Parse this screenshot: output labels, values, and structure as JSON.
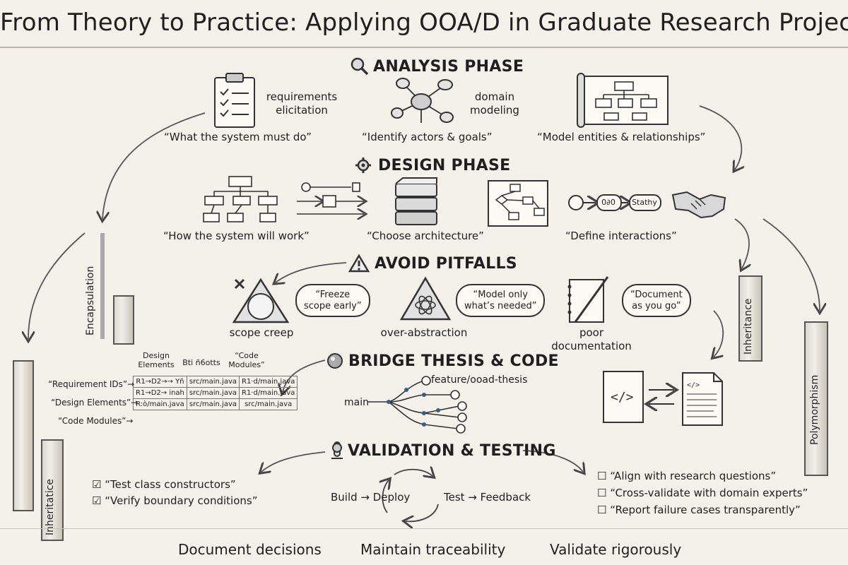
{
  "title": "From Theory to Practice: Applying OOA/D in Graduate Research Projects",
  "analysis": {
    "heading": "ANALYSIS PHASE",
    "req_label": "requirements\nelicitation",
    "domain_label": "domain\nmodeling",
    "q1": "“What the system must do”",
    "q2": "“Identify actors & goals”",
    "q3": "“Model entities & relationships”"
  },
  "design": {
    "heading": "DESIGN PHASE",
    "q1": "“How the system will work”",
    "q2": "“Choose architecture”",
    "q3": "“Define interactions”",
    "node1": "0∂0",
    "node2": "Stathy"
  },
  "pitfalls": {
    "heading": "AVOID PITFALLS",
    "p1": "scope creep",
    "p2": "over-abstraction",
    "p3": "poor documentation",
    "b1": "“Freeze\nscope early”",
    "b2": "“Model only\nwhat’s needed”",
    "b3": "“Document\nas you go”"
  },
  "bridge": {
    "heading": "BRIDGE THESIS & CODE",
    "branch_main": "main",
    "branch_feature": "feature/ooad-thesis",
    "table_headers": [
      "Design\nElements",
      "B⁠ti ñ6otts",
      "“Code\nModules”"
    ],
    "row_labels": [
      "“Requirement IDs”→",
      "“Design Elements”→",
      "“Code Modules”→"
    ],
    "rows": [
      [
        "R1→D2→→ Yñ",
        "src/main.java",
        "R1·d/main.java"
      ],
      [
        "R1→D2→ inah",
        "src/main.java",
        "R1·d/main.java"
      ],
      [
        "R:ò/main.java",
        "src/main.java",
        "src/main.java"
      ]
    ]
  },
  "validation": {
    "heading": "VALIDATION & TESTING",
    "left": [
      "“Test class constructors”",
      "“Verify boundary conditions”"
    ],
    "cycle_left": "Build → Deploy",
    "cycle_right": "Test → Feedback",
    "right": [
      "“Align with research questions”",
      "“Cross-validate with domain experts”",
      "“Report failure cases transparently”"
    ]
  },
  "pillars": {
    "encapsulation": "Encapsulation",
    "inheritance_left": "Inheritatice",
    "inheritance_right": "Inheritance",
    "polymorphism": "Polymorphism"
  },
  "footer": [
    "Document decisions",
    "Maintain traceability",
    "Validate rigorously"
  ]
}
